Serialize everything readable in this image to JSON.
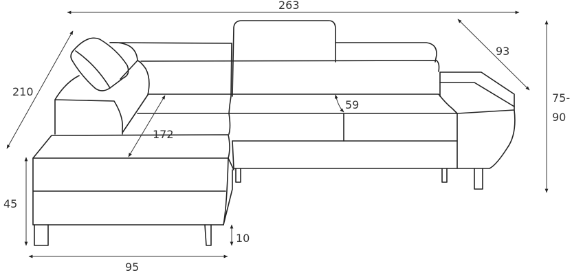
{
  "dimensions": {
    "total_width": "263",
    "right_depth": "93",
    "left_length": "210",
    "height_top": "75-",
    "height_bottom": "90",
    "seat_depth": "59",
    "chaise_length": "172",
    "seat_height": "45",
    "leg_height": "10",
    "chaise_width": "95"
  }
}
